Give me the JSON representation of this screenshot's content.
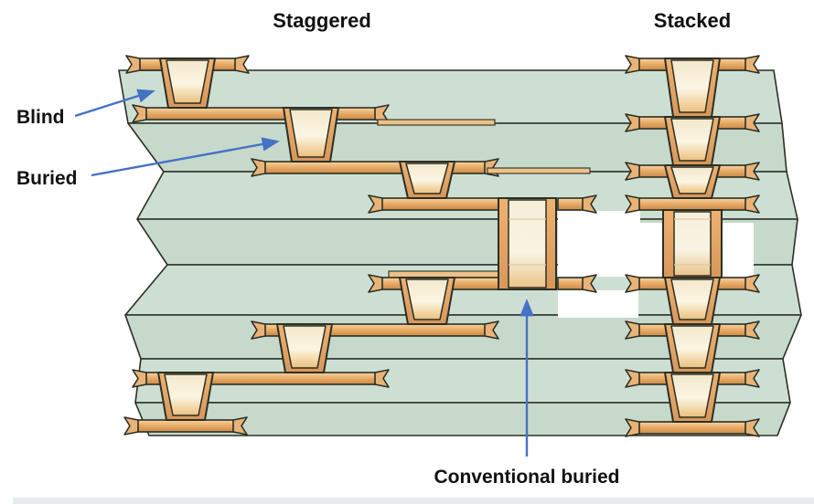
{
  "diagram": {
    "title_staggered": "Staggered",
    "title_stacked": "Stacked",
    "label_blind": "Blind",
    "label_buried": "Buried",
    "label_conventional": "Conventional buried"
  },
  "board": {
    "layer_count": 8,
    "staggered_microvia_count": 6,
    "stacked_microvia_count": 6,
    "conventional_buried_via_count": 2
  },
  "icons": {
    "blind_pointer": "arrow-up-right",
    "buried_pointer": "arrow-up-right",
    "conventional_pointer": "arrow-up"
  },
  "colors": {
    "board-green": "#cddfd3",
    "board-green-alt": "#c6d9cb",
    "copper": "#e0a161",
    "copper-light": "#f3cb96",
    "cream": "#f8f0da",
    "outline": "#2b2f25",
    "arrow-blue": "#4472c4",
    "label-text": "#111111",
    "background": "#ffffff",
    "bottom-strip": "#e8ebeb"
  }
}
